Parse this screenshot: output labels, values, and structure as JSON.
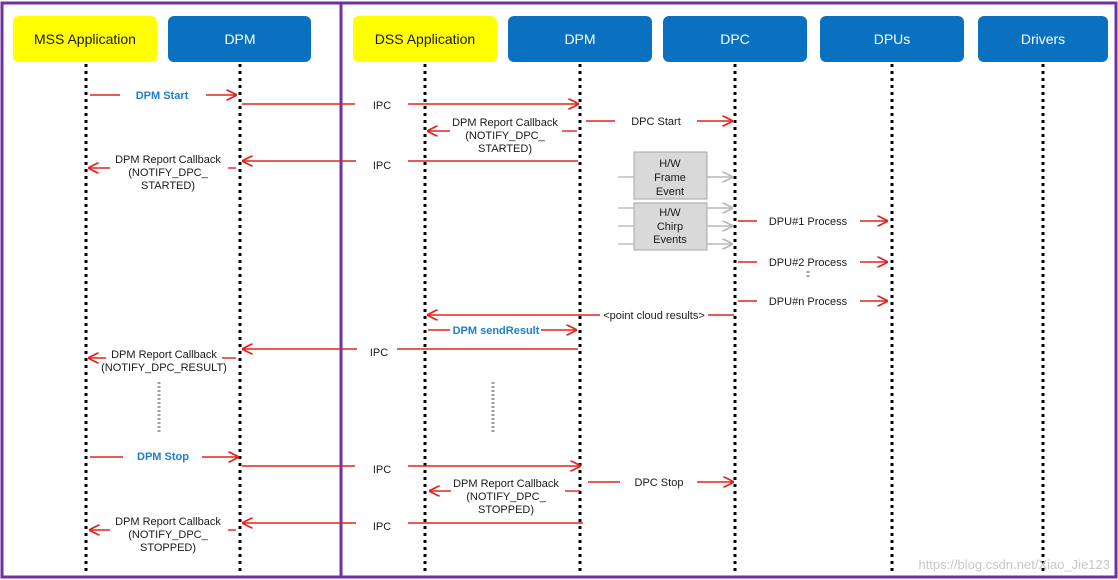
{
  "participants": {
    "mss_app": "MSS Application",
    "dpm_left": "DPM",
    "dss_app": "DSS Application",
    "dpm_right": "DPM",
    "dpc": "DPC",
    "dpus": "DPUs",
    "drivers": "Drivers"
  },
  "messages": {
    "dpm_start": "DPM Start",
    "ipc_1": "IPC",
    "dpm_report_callback": "DPM Report Callback",
    "notify_dpc": "(NOTIFY_DPC_",
    "started": "STARTED)",
    "dpc_start": "DPC Start",
    "ipc_2": "IPC",
    "dpu1_process": "DPU#1  Process",
    "dpu2_process": "DPU#2  Process",
    "dpun_process": "DPU#n  Process",
    "point_cloud": "<point cloud results>",
    "dpm_send_result": "DPM sendResult",
    "ipc_3": "IPC",
    "notify_dpc_result": "(NOTIFY_DPC_RESULT)",
    "dpm_stop": "DPM Stop",
    "ipc_4": "IPC",
    "dpc_stop": "DPC Stop",
    "stopped": "STOPPED)",
    "ipc_5": "IPC"
  },
  "hw_boxes": {
    "frame_event": [
      "H/W",
      "Frame",
      "Event"
    ],
    "chirp_events": [
      "H/W",
      "Chirp",
      "Events"
    ]
  },
  "watermark": "https://blog.csdn.net/Xiao_Jie123",
  "colors": {
    "frame": "#7030a0",
    "yellow_box": "#ffff00",
    "blue_box": "#0a70c0",
    "arrow": "#e0231d",
    "blue_text": "#1f7fcf",
    "hw_box": "#d9d9d9"
  }
}
